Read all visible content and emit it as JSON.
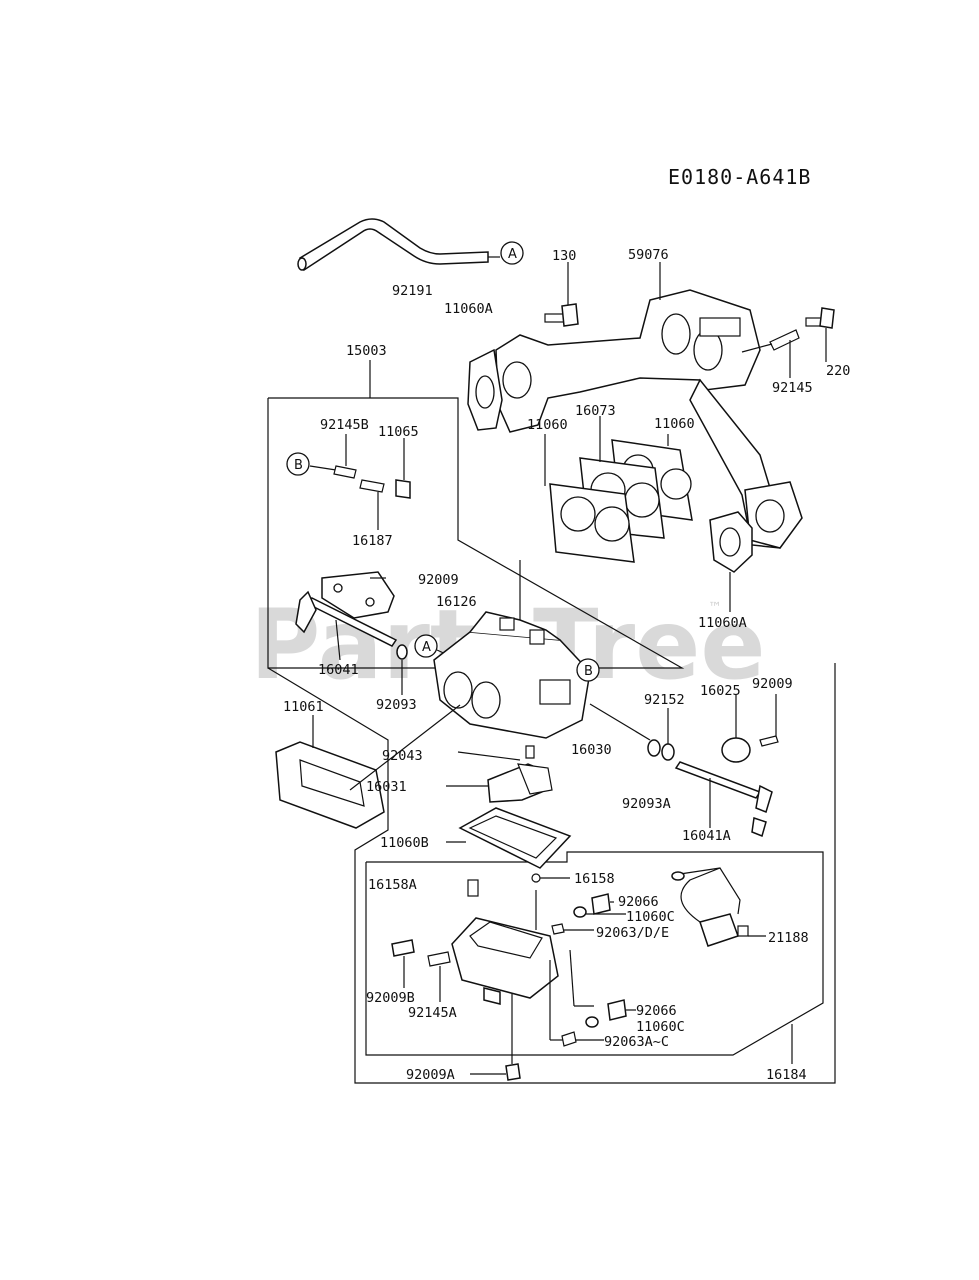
{
  "diagram_code": "E0180-A641B",
  "watermark": "PartsTree",
  "watermark_tm": "™",
  "callouts": {
    "a": "A",
    "b": "B"
  },
  "parts": {
    "p92191": "92191",
    "p130": "130",
    "p59076": "59076",
    "p11060A_top": "11060A",
    "p15003": "15003",
    "p220": "220",
    "p92145": "92145",
    "p92145B": "92145B",
    "p11065": "11065",
    "p16073": "16073",
    "p11060_left": "11060",
    "p11060_right": "11060",
    "p16187": "16187",
    "p92009_top": "92009",
    "p16126": "16126",
    "p11060A_right": "11060A",
    "p16041": "16041",
    "p92093": "92093",
    "p92009_right": "92009",
    "p16025": "16025",
    "p92152": "92152",
    "p11061": "11061",
    "p92043": "92043",
    "p16030": "16030",
    "p16031": "16031",
    "p92093A": "92093A",
    "p16041A": "16041A",
    "p11060B": "11060B",
    "p16158A": "16158A",
    "p16158": "16158",
    "p92066_top": "92066",
    "p11060C_top": "11060C",
    "p92063DE": "92063/D/E",
    "p21188": "21188",
    "p92009B": "92009B",
    "p92145A": "92145A",
    "p92066_bot": "92066",
    "p11060C_bot": "11060C",
    "p92063AC": "92063A~C",
    "p92009A": "92009A",
    "p16184": "16184"
  }
}
